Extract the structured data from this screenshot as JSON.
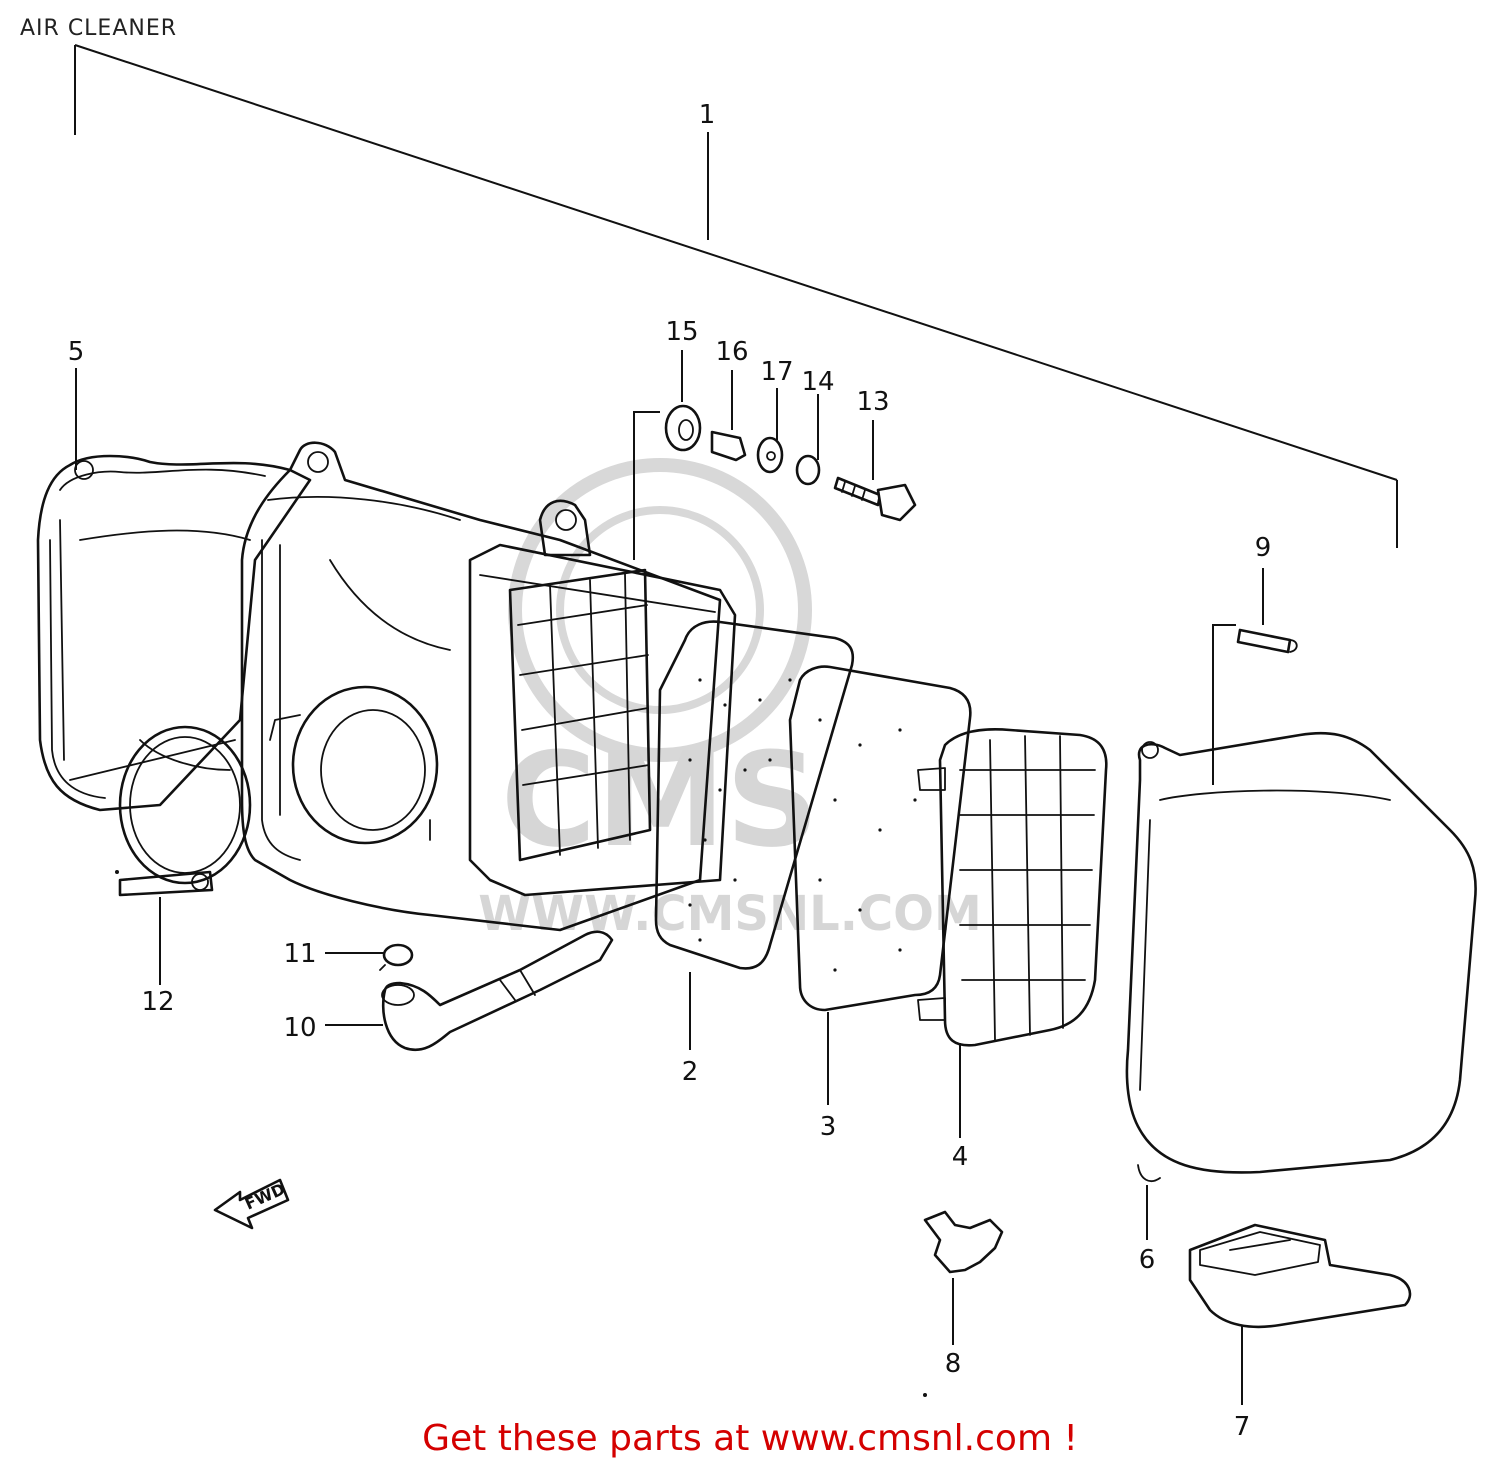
{
  "title": "AIR CLEANER",
  "watermark": {
    "text": "CMS",
    "url": "WWW.CMSNL.COM"
  },
  "direction_marker": "FWD",
  "callouts": [
    "1",
    "2",
    "3",
    "4",
    "5",
    "6",
    "7",
    "8",
    "9",
    "10",
    "11",
    "12",
    "13",
    "14",
    "15",
    "16",
    "17"
  ],
  "footer": {
    "cta": "Get these parts at www.cmsnl.com !"
  },
  "colors": {
    "line_art": "#111111",
    "cta": "#d40000",
    "watermark": "#d8d8d8"
  }
}
